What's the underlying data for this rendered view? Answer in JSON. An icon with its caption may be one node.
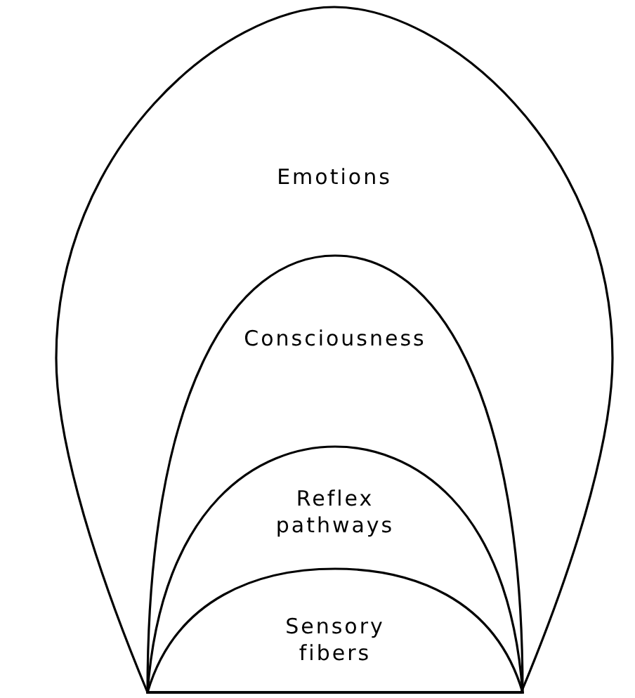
{
  "diagram": {
    "nodes": [
      {
        "text": [
          "Emotions"
        ]
      },
      {
        "text": [
          "Consciousness"
        ],
        "in": 0
      },
      {
        "text": [
          "Reflex pathways"
        ],
        "in": 1
      },
      {
        "text": [
          "Sensory fibers"
        ],
        "in": 2
      }
    ]
  }
}
